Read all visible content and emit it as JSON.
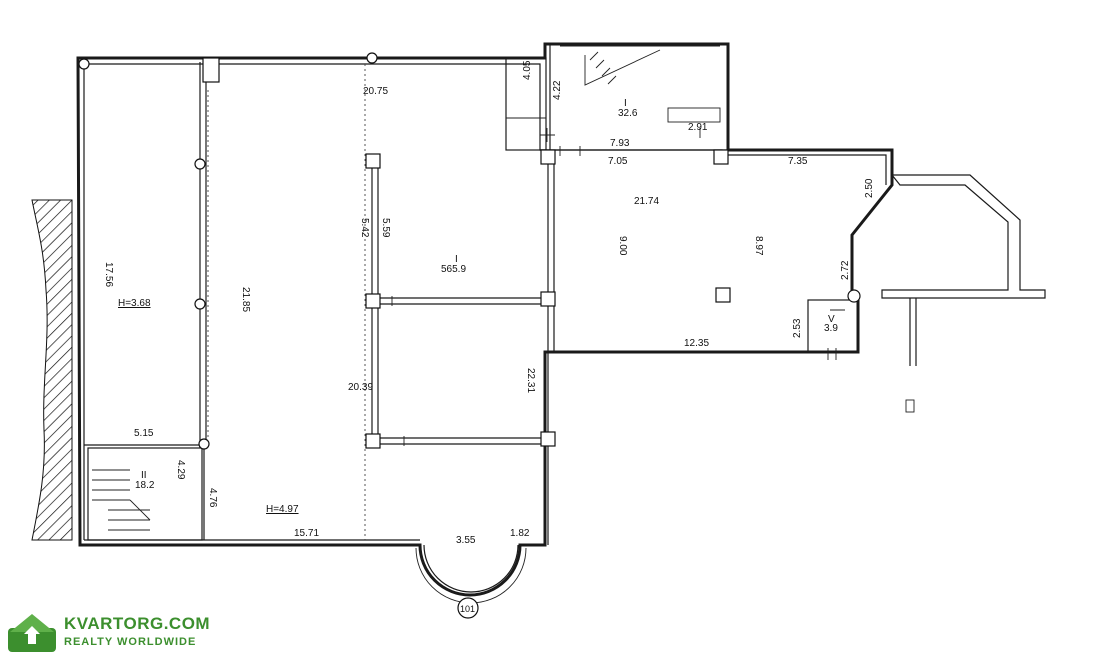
{
  "labels": {
    "h_3_68": "H=3.68",
    "h_4_97": "H=4.97",
    "d_17_56": "17.56",
    "d_21_85": "21.85",
    "d_20_75": "20.75",
    "d_5_42": "5.42",
    "d_5_59": "5.59",
    "d_20_39": "20.39",
    "d_5_15": "5.15",
    "d_4_29": "4.29",
    "d_4_76": "4.76",
    "d_15_71": "15.71",
    "d_3_55": "3.55",
    "d_1_82": "1.82",
    "d_22_31": "22.31",
    "d_4_05": "4.05",
    "d_4_22": "4.22",
    "d_7_93": "7.93",
    "d_7_05": "7.05",
    "d_2_91": "2.91",
    "d_7_35": "7.35",
    "d_21_74": "21.74",
    "d_9_00": "9.00",
    "d_8_97": "8.97",
    "d_2_50": "2.50",
    "d_2_72": "2.72",
    "d_2_53": "2.53",
    "d_12_35": "12.35",
    "room_main_num": "I",
    "room_main_area": "565.9",
    "room_top_num": "I",
    "room_top_area": "32.6",
    "room_stair_num": "II",
    "room_stair_area": "18.2",
    "room_small_num": "V",
    "room_small_area": "3.9",
    "apt_number": "101"
  },
  "watermark": {
    "brand": "KVARTORG.COM",
    "tagline": "REALTY WORLDWIDE",
    "color": "#3c8f2e"
  }
}
